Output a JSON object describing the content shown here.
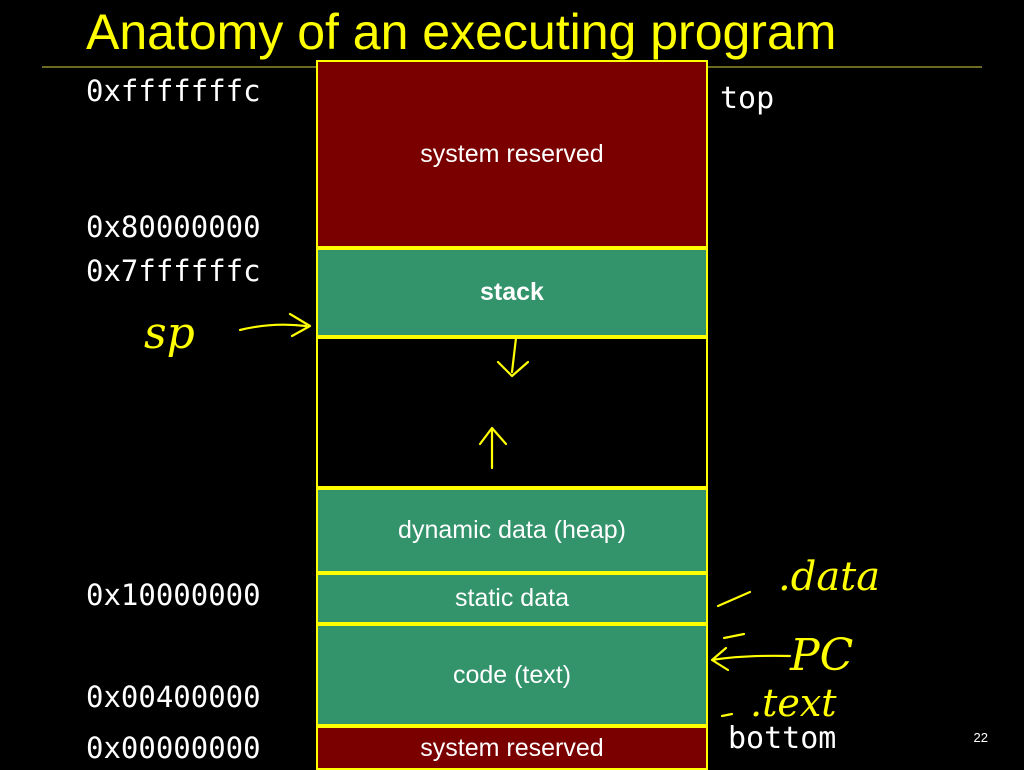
{
  "title": "Anatomy of an executing program",
  "addresses": {
    "top_addr": "0xfffffffc",
    "kernel_base": "0x80000000",
    "stack_top": "0x7ffffffc",
    "data_base": "0x10000000",
    "text_base": "0x00400000",
    "bottom_addr": "0x00000000"
  },
  "side_labels": {
    "top": "top",
    "bottom": "bottom"
  },
  "segments": {
    "system_reserved_top": "system reserved",
    "stack": "stack",
    "heap": "dynamic data (heap)",
    "static": "static data",
    "code": "code (text)",
    "system_reserved_bottom": "system reserved"
  },
  "annotations": {
    "sp": "sp",
    "data": ".data",
    "pc": "PC",
    "text": ".text"
  },
  "slide_number": "22",
  "colors": {
    "title": "#ffff00",
    "border": "#ffff00",
    "reserved": "#7a0000",
    "segment": "#33936a",
    "background": "#000000",
    "ink": "#ffff00"
  }
}
